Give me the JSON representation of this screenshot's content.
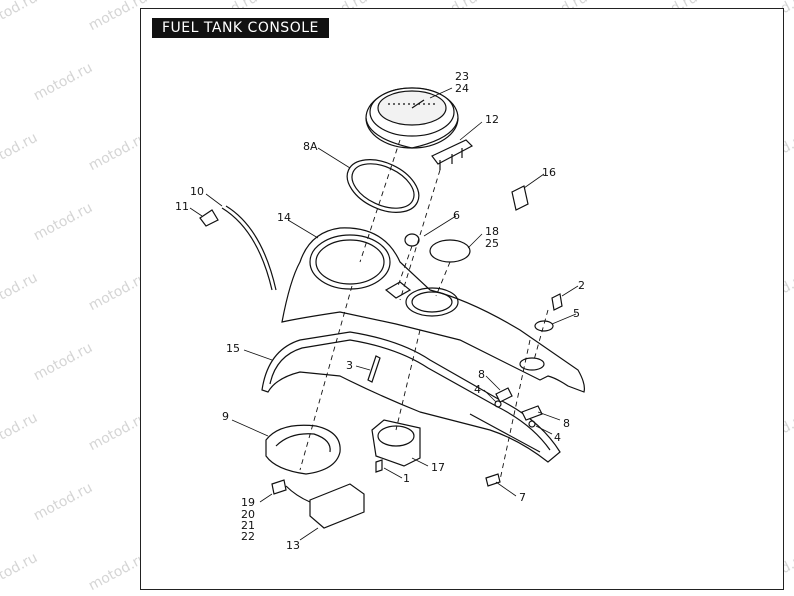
{
  "title": "FUEL TANK CONSOLE",
  "watermark": "motod.ru",
  "callouts": {
    "c1": "1",
    "c2": "2",
    "c3": "3",
    "c4a": "4",
    "c4b": "4",
    "c5": "5",
    "c6": "6",
    "c7": "7",
    "c8a": "8",
    "c8b": "8",
    "c8A": "8A",
    "c9": "9",
    "c10": "10",
    "c11": "11",
    "c12": "12",
    "c13": "13",
    "c14": "14",
    "c15": "15",
    "c16": "16",
    "c17": "17",
    "c18": "18",
    "c25": "25",
    "c19": "19",
    "c20": "20",
    "c21": "21",
    "c22": "22",
    "c23": "23",
    "c24": "24"
  }
}
